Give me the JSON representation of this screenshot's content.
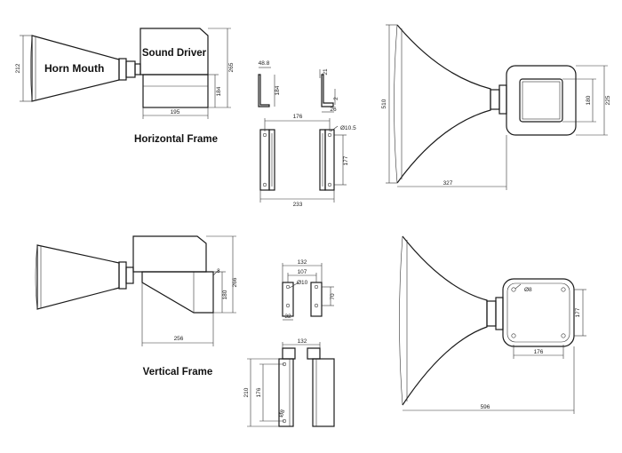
{
  "labels": {
    "horn_mouth": "Horn Mouth",
    "sound_driver": "Sound Driver",
    "horizontal_frame": "Horizontal Frame",
    "vertical_frame": "Vertical Frame"
  },
  "dims": {
    "h_side_mouth": "212",
    "h_side_total_h": "265",
    "h_side_box_h": "184",
    "h_side_width": "195",
    "h_bracket_w": "48.8",
    "h_bracket_h": "184",
    "h_bracket_profile_top": "21",
    "h_bracket_profile_h": "2",
    "h_bracket_profile_w": "26",
    "h_frame_span": "176",
    "h_frame_hole": "Ø10.5",
    "h_frame_h": "177",
    "h_frame_total": "233",
    "h_front_h": "510",
    "h_front_depth": "327",
    "h_front_box_h": "180",
    "h_front_box_total": "225",
    "v_side_small": "3",
    "v_side_h": "266",
    "v_side_box": "180",
    "v_side_width": "256",
    "v_plate_total": "132",
    "v_plate_holes": "107",
    "v_plate_hole_d": "Ø10",
    "v_plate_h": "70",
    "v_plate_w": "32",
    "v_frame_w": "132",
    "v_frame_total_h": "210",
    "v_frame_inner_h": "176",
    "v_frame_hole": "Ø8",
    "v_front_hole": "Ø8",
    "v_front_h": "177",
    "v_front_w": "176",
    "v_front_depth": "596"
  }
}
